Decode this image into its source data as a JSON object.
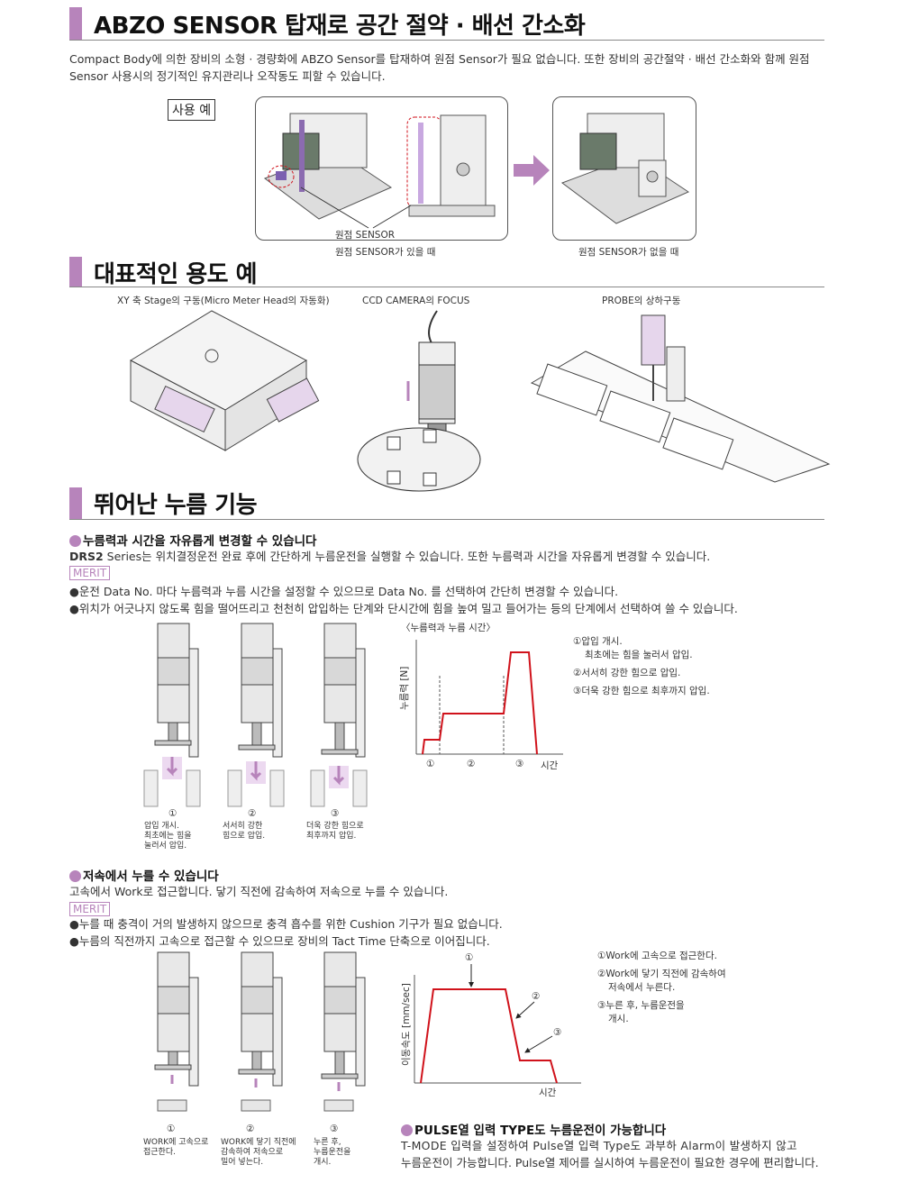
{
  "section1": {
    "title": "ABZO SENSOR 탑재로 공간 절약 · 배선 간소화",
    "para": [
      "Compact Body에 의한 장비의 소형 · 경량화에 ABZO Sensor를 탑재하여 원점 Sensor가 필요 없습니다. 또한 장비의 공간절약 · 배선 간소화와 함께 원점",
      "Sensor 사용시의 정기적인 유지관리나 오작동도 피할 수 있습니다."
    ],
    "usage_label": "사용 예",
    "sensor_label": "원점 SENSOR",
    "with_sensor": "원점 SENSOR가 있을 때",
    "without_sensor": "원점 SENSOR가 없을 때"
  },
  "section2": {
    "title": "대표적인 용도 예",
    "captions": [
      "XY 축 Stage의 구동(Micro Meter Head의 자동화)",
      "CCD CAMERA의 FOCUS",
      "PROBE의 상하구동"
    ]
  },
  "section3": {
    "title": "뛰어난 누름 기능",
    "block1": {
      "heading": "누름력과 시간을 자유롭게 변경할 수 있습니다",
      "brand": "DRS2",
      "intro": " Series는 위치결정운전 완료 후에 간단하게 누름운전을 실행할 수 있습니다. 또한 누름력과 시간을 자유롭게 변경할 수 있습니다.",
      "merit": "MERIT",
      "bullets": [
        "●운전 Data No. 마다 누름력과 누름 시간을 설정할 수 있으므로 Data No. 를 선택하여 간단히 변경할 수 있습니다.",
        "●위치가 어긋나지 않도록 힘을 떨어뜨리고 천천히 압입하는 단계와 단시간에 힘을 높여 밀고 들어가는 등의 단계에서 선택하여 쓸 수 있습니다."
      ],
      "steps": [
        {
          "num": "①",
          "text": [
            "압입 개시.",
            "최초에는 힘을",
            "눌러서 압입."
          ]
        },
        {
          "num": "②",
          "text": [
            "서서히 강한",
            "힘으로 압입."
          ]
        },
        {
          "num": "③",
          "text": [
            "더욱 강한 힘으로",
            "최후까지 압입."
          ]
        }
      ],
      "chart_title": "〈누름력과 누름 시간〉",
      "ylabel": "누름력 [N]",
      "xlabel": "시간",
      "phases": [
        "①",
        "②",
        "③"
      ],
      "notes": [
        "①압입 개시.",
        "최초에는 힘을 눌러서 압입.",
        "②서서히 강한 힘으로 압입.",
        "③더욱 강한 힘으로 최후까지 압입."
      ]
    },
    "block2": {
      "heading": "저속에서 누를 수 있습니다",
      "intro": "고속에서 Work로 접근합니다. 닿기 직전에 감속하여 저속으로 누를 수 있습니다.",
      "merit": "MERIT",
      "bullets": [
        "●누를 때 충격이 거의 발생하지 않으므로 충격 흡수를 위한 Cushion 기구가 필요 없습니다.",
        "●누름의 직전까지 고속으로 접근할 수 있으므로 장비의 Tact Time 단축으로 이어집니다."
      ],
      "steps": [
        {
          "num": "①",
          "text": [
            "WORK에 고속으로",
            "접근한다."
          ]
        },
        {
          "num": "②",
          "text": [
            "WORK에 닿기 직전에",
            "감속하여 저속으로",
            "밀어 넣는다."
          ]
        },
        {
          "num": "③",
          "text": [
            "누른 후,",
            "누름운전을",
            "개시."
          ]
        }
      ],
      "ylabel": "이동속도 [mm/sec]",
      "xlabel": "시간",
      "markers": [
        "①",
        "②",
        "③"
      ],
      "notes": [
        "①Work에 고속으로 접근한다.",
        "②Work에 닿기 직전에 감속하여",
        "저속에서 누른다.",
        "③누른 후, 누름운전을",
        "개시."
      ]
    },
    "block3": {
      "heading": "PULSE열 입력 TYPE도 누름운전이 가능합니다",
      "text": [
        "T-MODE 입력을 설정하여 Pulse열 입력 Type도 과부하 Alarm이 발생하지 않고",
        "누름운전이 가능합니다. Pulse열 제어를 실시하여 누름운전이 필요한 경우에 편리합니다."
      ]
    }
  },
  "colors": {
    "accent": "#b784bb",
    "curve": "#d0121b"
  }
}
